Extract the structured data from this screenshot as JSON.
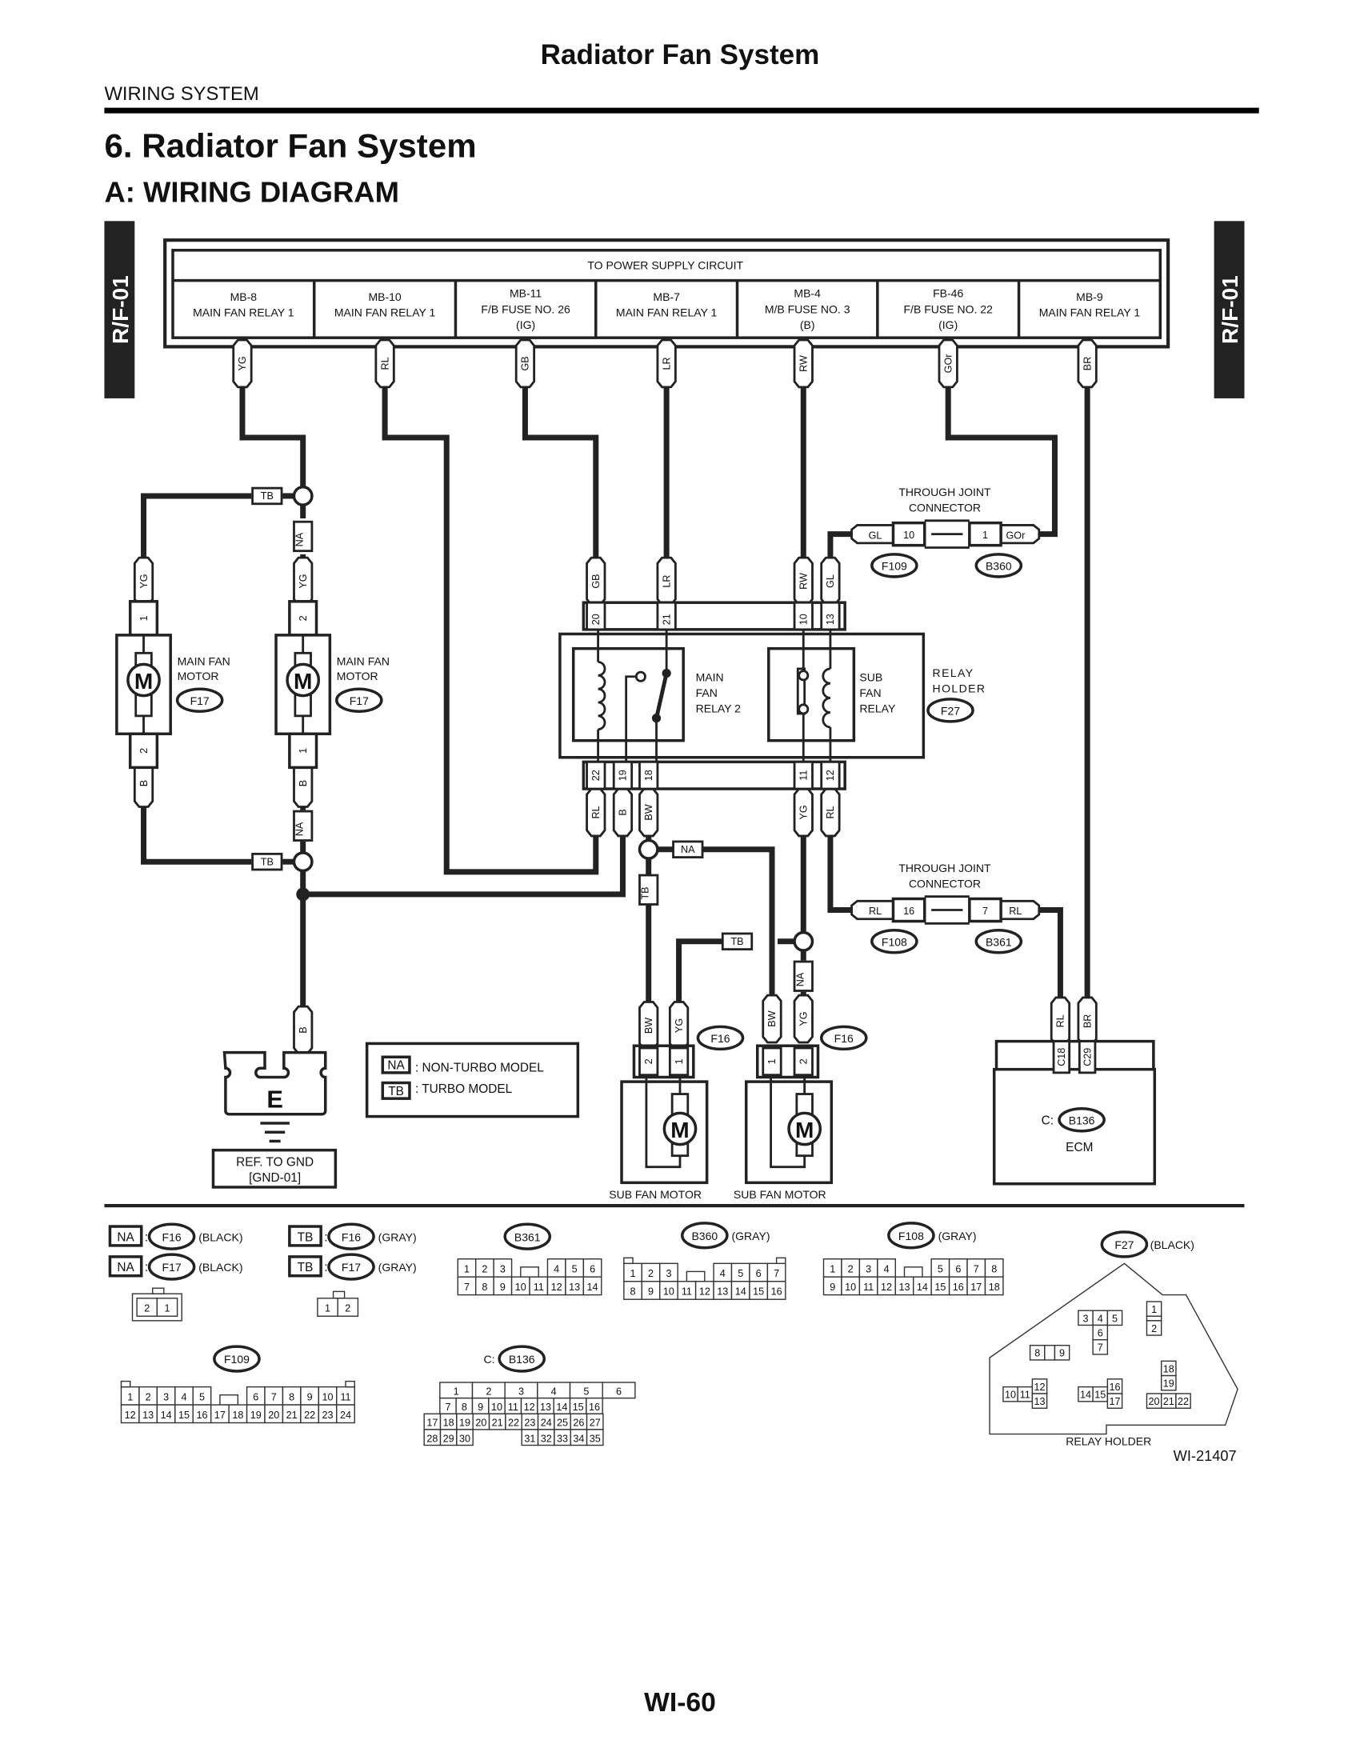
{
  "page": {
    "running_title": "Radiator Fan System",
    "section_label": "WIRING SYSTEM",
    "heading": "6.  Radiator Fan System",
    "subheading": "A:  WIRING DIAGRAM",
    "side_tab_left": "R/F-01",
    "side_tab_right": "R/F-01",
    "page_number": "WI-60",
    "figure_id": "WI-21407"
  },
  "power_supply": {
    "title": "TO POWER SUPPLY CIRCUIT",
    "cells": [
      {
        "line1": "MB-8",
        "line2": "MAIN FAN RELAY 1",
        "line3": "",
        "wire": "YG"
      },
      {
        "line1": "MB-10",
        "line2": "MAIN FAN RELAY 1",
        "line3": "",
        "wire": "RL"
      },
      {
        "line1": "MB-11",
        "line2": "F/B FUSE NO. 26",
        "line3": "(IG)",
        "wire": "GB"
      },
      {
        "line1": "MB-7",
        "line2": "MAIN FAN RELAY 1",
        "line3": "",
        "wire": "LR"
      },
      {
        "line1": "MB-4",
        "line2": "M/B FUSE NO. 3",
        "line3": "(B)",
        "wire": "RW"
      },
      {
        "line1": "FB-46",
        "line2": "F/B FUSE NO. 22",
        "line3": "(IG)",
        "wire": "GOr"
      },
      {
        "line1": "MB-9",
        "line2": "MAIN FAN RELAY 1",
        "line3": "",
        "wire": "BR"
      }
    ]
  },
  "main_fan_motors": [
    {
      "label1": "MAIN FAN",
      "label2": "MOTOR",
      "connector": "F17",
      "top_wire": "YG",
      "top_pin": "1",
      "bottom_pin": "2",
      "bottom_wire": "B",
      "symbol": "M"
    },
    {
      "label1": "MAIN FAN",
      "label2": "MOTOR",
      "connector": "F17",
      "top_wire": "YG",
      "top_pin": "2",
      "bottom_pin": "1",
      "bottom_wire": "B",
      "symbol": "M"
    }
  ],
  "tags": {
    "na": "NA",
    "tb": "TB"
  },
  "relay_holder": {
    "label1": "RELAY",
    "label2": "HOLDER",
    "connector": "F27",
    "main_relay": {
      "line1": "MAIN",
      "line2": "FAN",
      "line3": "RELAY 2"
    },
    "sub_relay": {
      "line1": "SUB",
      "line2": "FAN",
      "line3": "RELAY"
    },
    "top_pins": [
      {
        "pin": "20",
        "wire": "GB"
      },
      {
        "pin": "21",
        "wire": "LR"
      },
      {
        "pin": "10",
        "wire": "RW"
      },
      {
        "pin": "13",
        "wire": "GL"
      }
    ],
    "bottom_pins": [
      {
        "pin": "22",
        "wire": "RL"
      },
      {
        "pin": "19",
        "wire": "B"
      },
      {
        "pin": "18",
        "wire": "BW"
      },
      {
        "pin": "11",
        "wire": "YG"
      },
      {
        "pin": "12",
        "wire": "RL"
      }
    ]
  },
  "joint_upper": {
    "title1": "THROUGH JOINT",
    "title2": "CONNECTOR",
    "left_wire": "GL",
    "left_pin": "10",
    "left_conn": "F109",
    "right_pin": "1",
    "right_wire": "GOr",
    "right_conn": "B360"
  },
  "joint_lower": {
    "title1": "THROUGH JOINT",
    "title2": "CONNECTOR",
    "left_wire": "RL",
    "left_pin": "16",
    "left_conn": "F108",
    "right_pin": "7",
    "right_wire": "RL",
    "right_conn": "B361"
  },
  "sub_fan_motors": [
    {
      "label": "SUB FAN MOTOR",
      "connector": "F16",
      "wire_a": "BW",
      "wire_b": "YG",
      "pin_a": "2",
      "pin_b": "1",
      "symbol": "M"
    },
    {
      "label": "SUB FAN MOTOR",
      "connector": "F16",
      "wire_a": "BW",
      "wire_b": "YG",
      "pin_a": "1",
      "pin_b": "2",
      "symbol": "M"
    }
  ],
  "ground": {
    "wire": "B",
    "symbol": "E",
    "ref1": "REF. TO GND",
    "ref2": "[GND-01]"
  },
  "legend": [
    {
      "tag": "NA",
      "text": ": NON-TURBO MODEL"
    },
    {
      "tag": "TB",
      "text": ": TURBO MODEL"
    }
  ],
  "ecm": {
    "prefix": "C:",
    "connector": "B136",
    "label": "ECM",
    "pins": [
      {
        "pin": "C18",
        "wire": "RL"
      },
      {
        "pin": "C29",
        "wire": "BR"
      }
    ]
  },
  "connector_views": {
    "na_f16": {
      "tag": "NA",
      "conn": "F16",
      "color": "(BLACK)"
    },
    "na_f17": {
      "tag": "NA",
      "conn": "F17",
      "color": "(BLACK)"
    },
    "na_pins": [
      "2",
      "1"
    ],
    "tb_f16": {
      "tag": "TB",
      "conn": "F16",
      "color": "(GRAY)"
    },
    "tb_f17": {
      "tag": "TB",
      "conn": "F17",
      "color": "(GRAY)"
    },
    "tb_pins": [
      "1",
      "2"
    ],
    "b361": {
      "conn": "B361",
      "color": "",
      "row1": [
        "1",
        "2",
        "3",
        "",
        "",
        "4",
        "5",
        "6"
      ],
      "row2": [
        "7",
        "8",
        "9",
        "10",
        "11",
        "12",
        "13",
        "14"
      ]
    },
    "b360": {
      "conn": "B360",
      "color": "(GRAY)",
      "row1": [
        "1",
        "2",
        "3",
        "",
        "",
        "4",
        "5",
        "6",
        "7"
      ],
      "row2": [
        "8",
        "9",
        "10",
        "11",
        "12",
        "13",
        "14",
        "15",
        "16"
      ]
    },
    "f108": {
      "conn": "F108",
      "color": "(GRAY)",
      "row1": [
        "1",
        "2",
        "3",
        "4",
        "",
        "",
        "5",
        "6",
        "7",
        "8"
      ],
      "row2": [
        "9",
        "10",
        "11",
        "12",
        "13",
        "14",
        "15",
        "16",
        "17",
        "18"
      ]
    },
    "f109": {
      "conn": "F109",
      "color": "",
      "row1": [
        "1",
        "2",
        "3",
        "4",
        "5",
        "",
        "",
        "6",
        "7",
        "8",
        "9",
        "10",
        "11"
      ],
      "row2": [
        "12",
        "13",
        "14",
        "15",
        "16",
        "17",
        "18",
        "19",
        "20",
        "21",
        "22",
        "23",
        "24"
      ]
    },
    "b136": {
      "prefix": "C:",
      "conn": "B136",
      "row1": [
        "1",
        "2",
        "3",
        "4",
        "",
        "5",
        "6"
      ],
      "row2": [
        "7",
        "8",
        "9",
        "10",
        "11",
        "12",
        "13",
        "14",
        "15",
        "16"
      ],
      "row3": [
        "17",
        "18",
        "19",
        "20",
        "21",
        "22",
        "23",
        "24",
        "25",
        "26",
        "27"
      ],
      "row4": [
        "28",
        "29",
        "30",
        "31",
        "32",
        "33",
        "34",
        "35"
      ]
    },
    "f27": {
      "conn": "F27",
      "color": "(BLACK)",
      "label": "RELAY HOLDER",
      "pins": [
        "1",
        "2",
        "3",
        "4",
        "5",
        "6",
        "7",
        "8",
        "9",
        "10",
        "11",
        "12",
        "13",
        "14",
        "15",
        "16",
        "17",
        "18",
        "19",
        "20",
        "21",
        "22"
      ]
    }
  }
}
